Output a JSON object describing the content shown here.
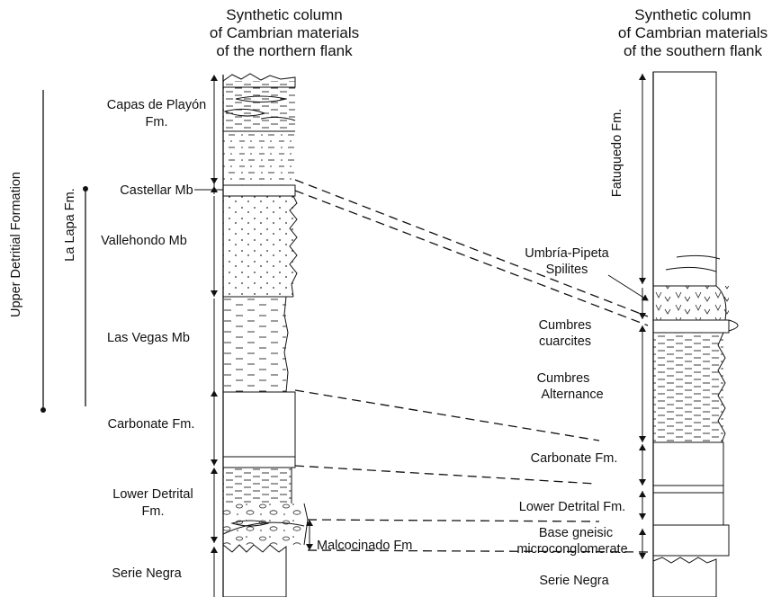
{
  "north_column": {
    "title": [
      "Synthetic column",
      "of Cambrian materials",
      "of the northern flank"
    ],
    "units": [
      {
        "label": [
          "Capas de Playón",
          "Fm."
        ]
      },
      {
        "label": [
          "Castellar Mb"
        ]
      },
      {
        "label": [
          "Vallehondo Mb"
        ]
      },
      {
        "label": [
          "Las Vegas Mb"
        ]
      },
      {
        "label": [
          "Carbonate Fm."
        ]
      },
      {
        "label": [
          "Lower Detrital",
          "Fm."
        ]
      },
      {
        "label": [
          "Malcocinado Fm"
        ]
      },
      {
        "label": [
          "Serie Negra"
        ]
      }
    ],
    "groups": [
      "Upper Detritial Formation",
      "La Lapa Fm."
    ]
  },
  "south_column": {
    "title": [
      "Synthetic column",
      "of Cambrian materials",
      "of the southern flank"
    ],
    "units": [
      {
        "label": [
          "Fatuquedo Fm."
        ]
      },
      {
        "label": [
          "Umbría-Pipeta",
          "Spilites"
        ]
      },
      {
        "label": [
          "Cumbres",
          "cuarcites"
        ]
      },
      {
        "label": [
          "Cumbres",
          "Alternance"
        ]
      },
      {
        "label": [
          "Carbonate Fm."
        ]
      },
      {
        "label": [
          "Lower Detrital Fm."
        ]
      },
      {
        "label": [
          "Base gneisic",
          "microconglomerate"
        ]
      },
      {
        "label": [
          "Serie Negra"
        ]
      }
    ]
  }
}
